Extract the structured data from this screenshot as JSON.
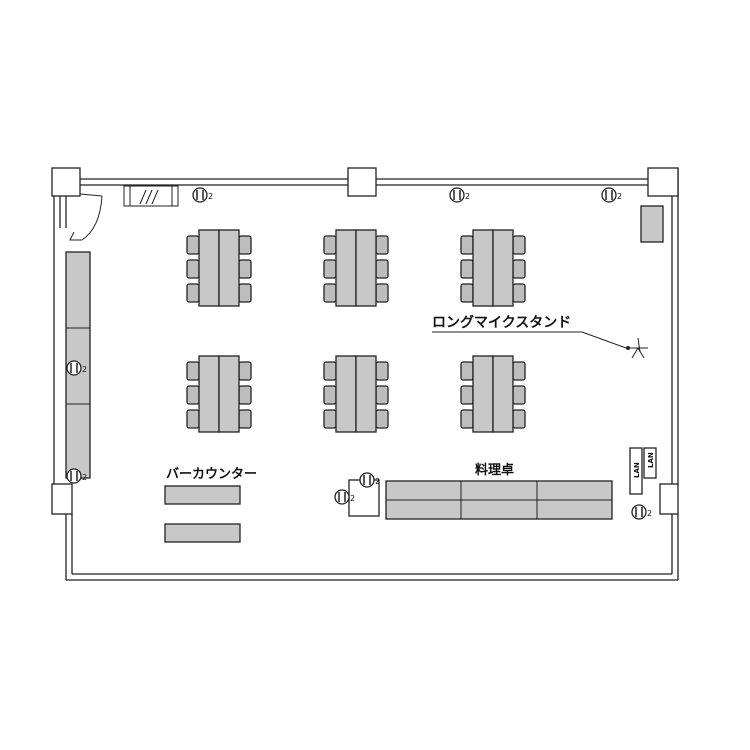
{
  "labels": {
    "bar_counter": "バーカウンター",
    "cooking_table": "料理卓",
    "long_mic_stand": "ロングマイクスタンド",
    "lan_1": "LAN",
    "lan_2": "LAN",
    "outlet_number": "2"
  },
  "icons": {
    "outlet": "outlet-icon",
    "mic_stand": "microphone-stand-icon",
    "door": "door-swing-icon",
    "window": "window-icon"
  },
  "colors": {
    "furniture_fill": "#c8c8c8",
    "line": "#222222",
    "background": "#ffffff"
  }
}
